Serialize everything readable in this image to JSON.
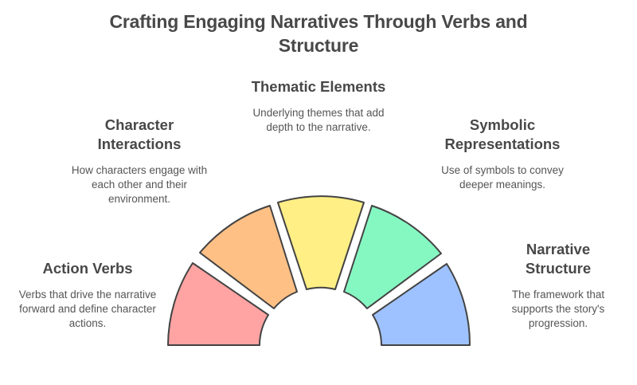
{
  "title": "Crafting Engaging Narratives Through Verbs and Structure",
  "segments": [
    {
      "id": "action-verbs",
      "heading": "Action Verbs",
      "description": "Verbs that drive the narrative forward and define character actions.",
      "color": "#FFA3A3"
    },
    {
      "id": "character-interactions",
      "heading": "Character Interactions",
      "description": "How characters engage with each other and their environment.",
      "color": "#FFC085"
    },
    {
      "id": "thematic-elements",
      "heading": "Thematic Elements",
      "description": "Underlying themes that add depth to the narrative.",
      "color": "#FFEF85"
    },
    {
      "id": "symbolic-representations",
      "heading": "Symbolic Representations",
      "description": "Use of symbols to convey deeper meanings.",
      "color": "#85F8C2"
    },
    {
      "id": "narrative-structure",
      "heading": "Narrative Structure",
      "description": "The framework that supports the story's progression.",
      "color": "#9EC2FF"
    }
  ],
  "colors": {
    "stroke": "#434343",
    "title": "#484848",
    "text": "#555555",
    "background": "#FFFFFF"
  }
}
